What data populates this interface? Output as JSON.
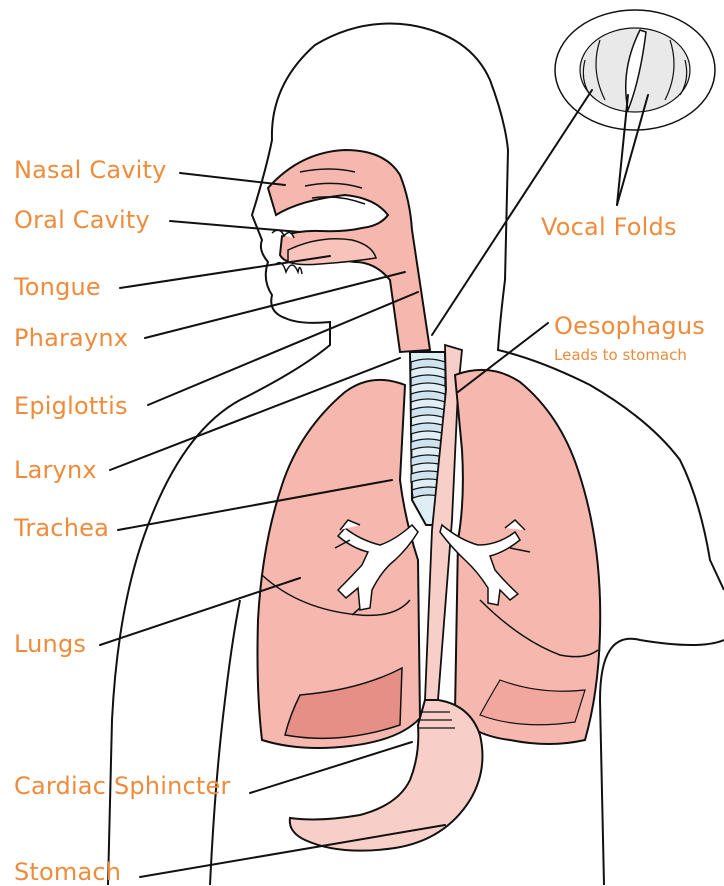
{
  "labels": {
    "nasal_cavity": "Nasal Cavity",
    "oral_cavity": "Oral Cavity",
    "tongue": "Tongue",
    "pharaynx": "Pharaynx",
    "epiglottis": "Epiglottis",
    "larynx": "Larynx",
    "trachea": "Trachea",
    "lungs": "Lungs",
    "cardiac_sphincter": "Cardiac Sphincter",
    "stomach": "Stomach",
    "vocal_folds": "Vocal Folds",
    "oesophagus": "Oesophagus",
    "oesophagus_note": "Leads to stomach"
  },
  "colors": {
    "label_text": "#ef8b3c",
    "organ_fill": "#f6b8ae",
    "organ_dark": "#e58f86",
    "trachea_ring": "#cfe3ee",
    "outline": "#111111"
  },
  "icons": {
    "vocal_folds_inset": "vocal-folds-inset-illustration"
  }
}
